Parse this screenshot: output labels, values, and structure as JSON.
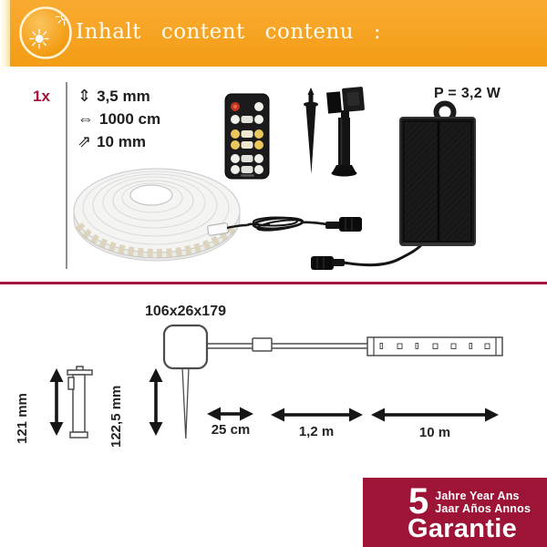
{
  "colors": {
    "header_orange": "#F6A322",
    "brand_crimson": "#A3143C",
    "badge_crimson": "#9E1436"
  },
  "header": {
    "title": "Inhalt content contenu :"
  },
  "icons": {
    "sun": "☀",
    "sun_outline": "☼"
  },
  "contents": {
    "quantity_label": "1x",
    "specs": [
      {
        "icon": "height-double-arrow-icon",
        "glyph": "⇕",
        "value": "3,5 mm"
      },
      {
        "icon": "width-double-arrow-icon",
        "glyph": "⇔",
        "value": "1000 cm"
      },
      {
        "icon": "diagonal-double-arrow-icon",
        "glyph": "⇗",
        "value": "10 mm"
      }
    ],
    "power_label": "P = 3,2 W",
    "illustrations": [
      "led-strip-coil",
      "remote-control",
      "ground-spike",
      "mounting-stake",
      "solar-panel",
      "strip-cable-connector",
      "solar-cable-connector"
    ]
  },
  "dimension_diagram": {
    "box_size_label": "106x26x179",
    "pole_height_label": "121 mm",
    "spike_height_label": "122,5 mm",
    "cable1_length_label": "25 cm",
    "cable2_length_label": "1,2 m",
    "strip_length_label": "10 m"
  },
  "warranty": {
    "years": "5",
    "languages_line1": "Jahre Year Ans",
    "languages_line2": "Jaar Años Annos",
    "label": "Garantie"
  }
}
